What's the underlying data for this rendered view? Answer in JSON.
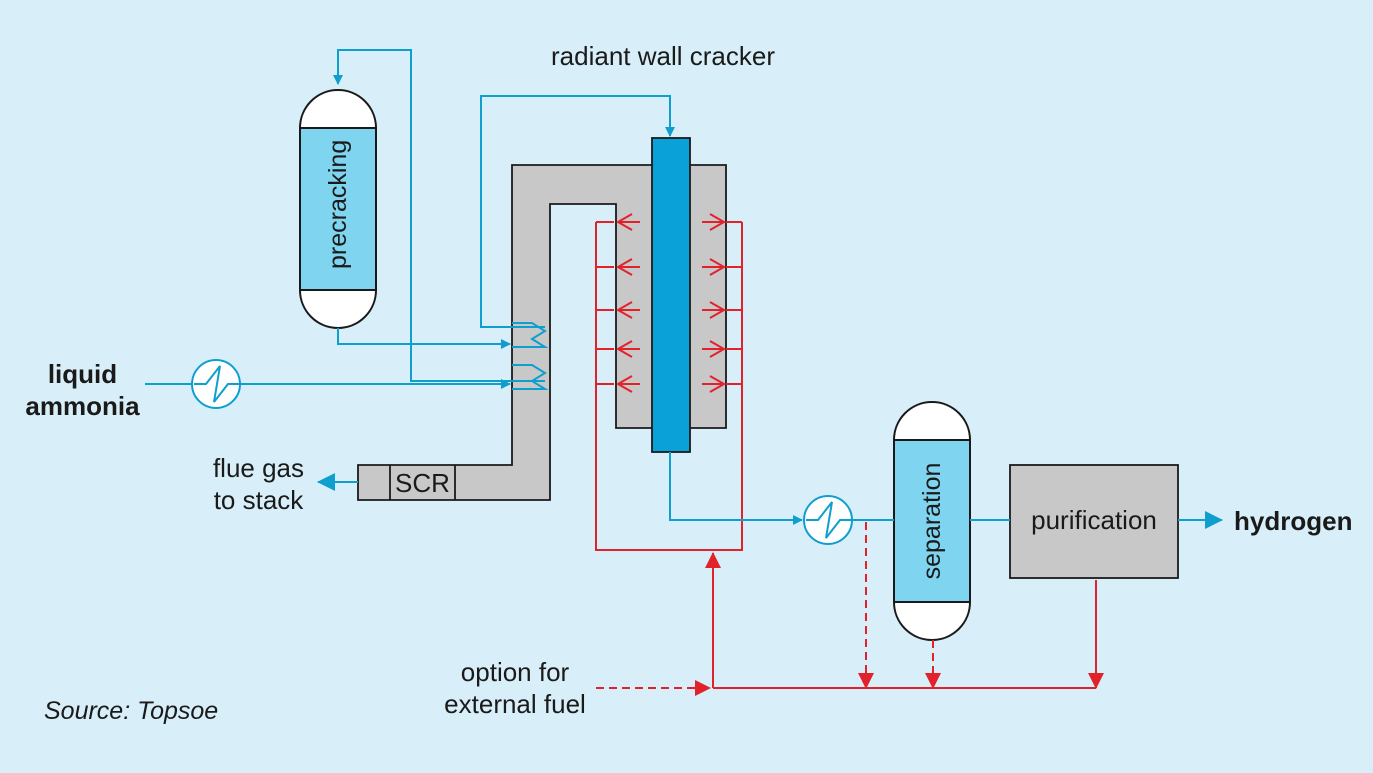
{
  "title": "radiant wall cracker",
  "vessels": {
    "precracking": "precracking",
    "separation": "separation"
  },
  "units": {
    "scr": "SCR",
    "purification": "purification"
  },
  "streams": {
    "feed_line1": "liquid",
    "feed_line2": "ammonia",
    "flue_line1": "flue gas",
    "flue_line2": "to stack",
    "product": "hydrogen",
    "fuel_line1": "option for",
    "fuel_line2": "external fuel"
  },
  "source": "Source: Topsoe",
  "colors": {
    "background": "#d8eff9",
    "process_line": "#0f9fcf",
    "fuel_line": "#e2222b",
    "furnace": "#c8c8c8",
    "vessel_fill": "#7fd4ef",
    "tube_fill": "#0aa0d8"
  }
}
